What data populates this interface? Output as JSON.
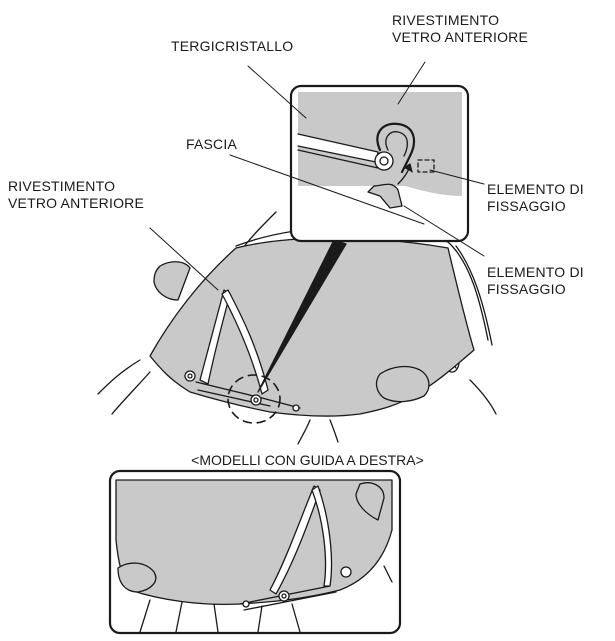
{
  "labels": {
    "wiper": "TERGICRISTALLO",
    "cover_top_line1": "RIVESTIMENTO",
    "cover_top_line2": "VETRO ANTERIORE",
    "strap": "FASCIA",
    "cover_left_line1": "RIVESTIMENTO",
    "cover_left_line2": "VETRO ANTERIORE",
    "fastener_1_line1": "ELEMENTO DI",
    "fastener_1_line2": "FISSAGGIO",
    "fastener_2_line1": "ELEMENTO DI",
    "fastener_2_line2": "FISSAGGIO"
  },
  "rhd_heading": "<MODELLI CON GUIDA A DESTRA>",
  "colors": {
    "cover_fill": "#c9c9c9",
    "line": "#1a1a1a",
    "background": "#ffffff"
  }
}
